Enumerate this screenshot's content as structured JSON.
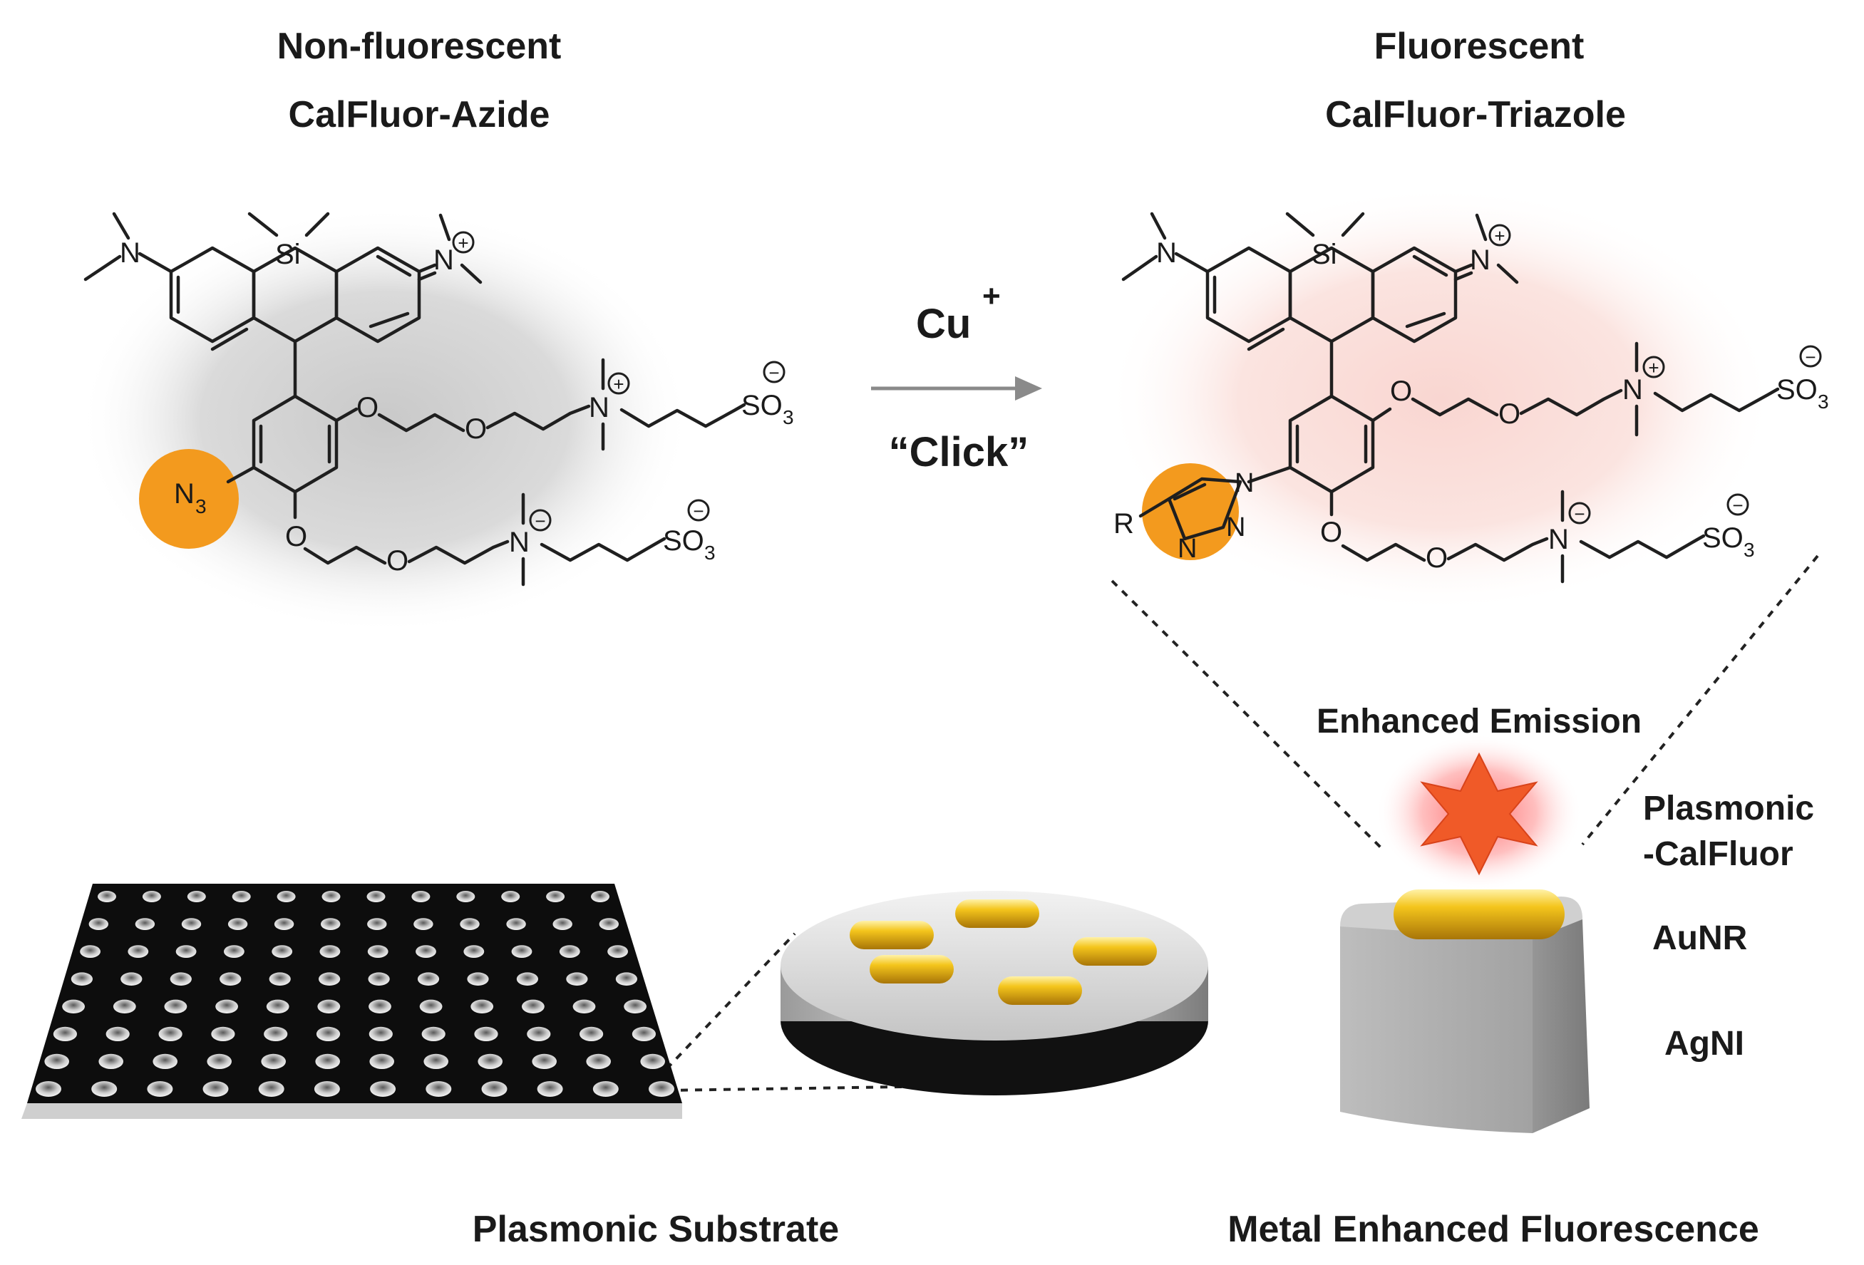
{
  "left_panel": {
    "title_line1": "Non-fluorescent",
    "title_line2": "CalFluor-Azide",
    "azide_label": "N",
    "azide_sub": "3"
  },
  "right_panel": {
    "title_line1": "Fluorescent",
    "title_line2": "CalFluor-Triazole",
    "r_label": "R"
  },
  "reaction": {
    "reagent": "Cu",
    "reagent_charge": "+",
    "name": "“Click”"
  },
  "atoms": {
    "silicon": "Si",
    "nitrogen": "N",
    "oxygen": "O",
    "sulfonate": "SO",
    "sulfonate_sub": "3",
    "plus": "+",
    "minus": "−"
  },
  "bottom": {
    "substrate_label": "Plasmonic Substrate",
    "mef_label": "Metal Enhanced Fluorescence",
    "emission_label": "Enhanced Emission",
    "plasmonic_line1": "Plasmonic",
    "plasmonic_line2": "-CalFluor",
    "aunr_label": "AuNR",
    "agni_label": "AgNI"
  },
  "colors": {
    "azide_highlight": "#f39a1e",
    "gold": "#f2c21a",
    "star": "#f05a28",
    "left_halo": "#d4d4d4",
    "right_halo": "#fbe0dc"
  }
}
